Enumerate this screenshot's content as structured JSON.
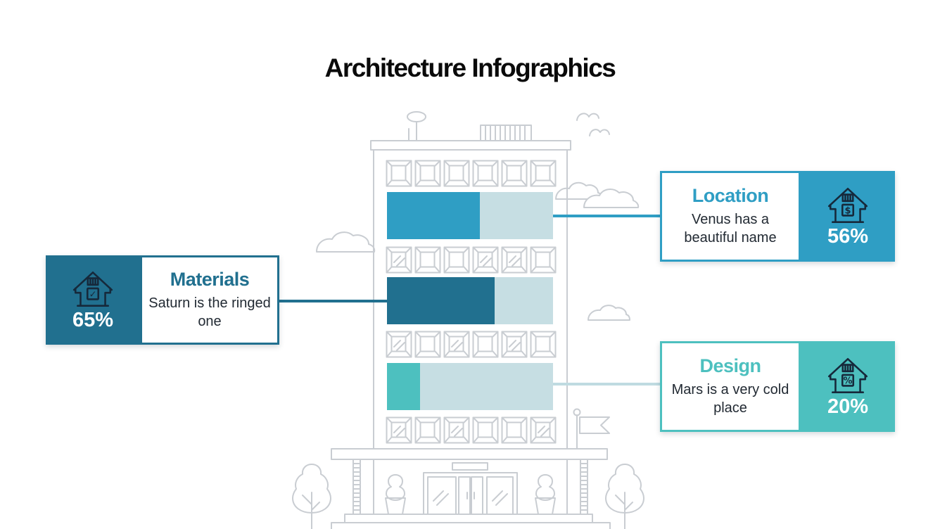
{
  "slide": {
    "title": "Architecture Infographics",
    "background": "#ffffff"
  },
  "cards": [
    {
      "id": "materials",
      "title": "Materials",
      "description": "Saturn is the ringed one",
      "percent_label": "65%",
      "accent": "#21708f",
      "connector_color": "#21708f",
      "icon": "house-checkmark-icon",
      "icon_symbol": "✓"
    },
    {
      "id": "location",
      "title": "Location",
      "description": "Venus has a beautiful name",
      "percent_label": "56%",
      "accent": "#2f9ec4",
      "connector_color": "#2f9ec4",
      "icon": "house-dollar-icon",
      "icon_symbol": "$"
    },
    {
      "id": "design",
      "title": "Design",
      "description": "Mars is a very cold place",
      "percent_label": "20%",
      "accent": "#4dc0bf",
      "connector_color": "#bfdbe1",
      "icon": "house-percent-icon",
      "icon_symbol": "%"
    }
  ],
  "chart_data": {
    "type": "bar",
    "orientation": "horizontal",
    "title": "Architecture Infographics",
    "categories": [
      "Location",
      "Materials",
      "Design"
    ],
    "values": [
      56,
      65,
      20
    ],
    "value_labels": [
      "56%",
      "65%",
      "20%"
    ],
    "series": [
      {
        "name": "Location",
        "value": 56,
        "color": "#2f9ec4"
      },
      {
        "name": "Materials",
        "value": 65,
        "color": "#21708f"
      },
      {
        "name": "Design",
        "value": 20,
        "color": "#4dc0bf"
      }
    ],
    "track_color": "#c6dee3",
    "xlim": [
      0,
      100
    ],
    "grid": false,
    "legend": false
  },
  "illustration": {
    "outline_color": "#c9cdd2",
    "elements": [
      "office-building",
      "windows",
      "antenna",
      "roof-railing",
      "clouds",
      "flag",
      "entrance-doors",
      "topiary-plants",
      "trees",
      "steps"
    ]
  }
}
